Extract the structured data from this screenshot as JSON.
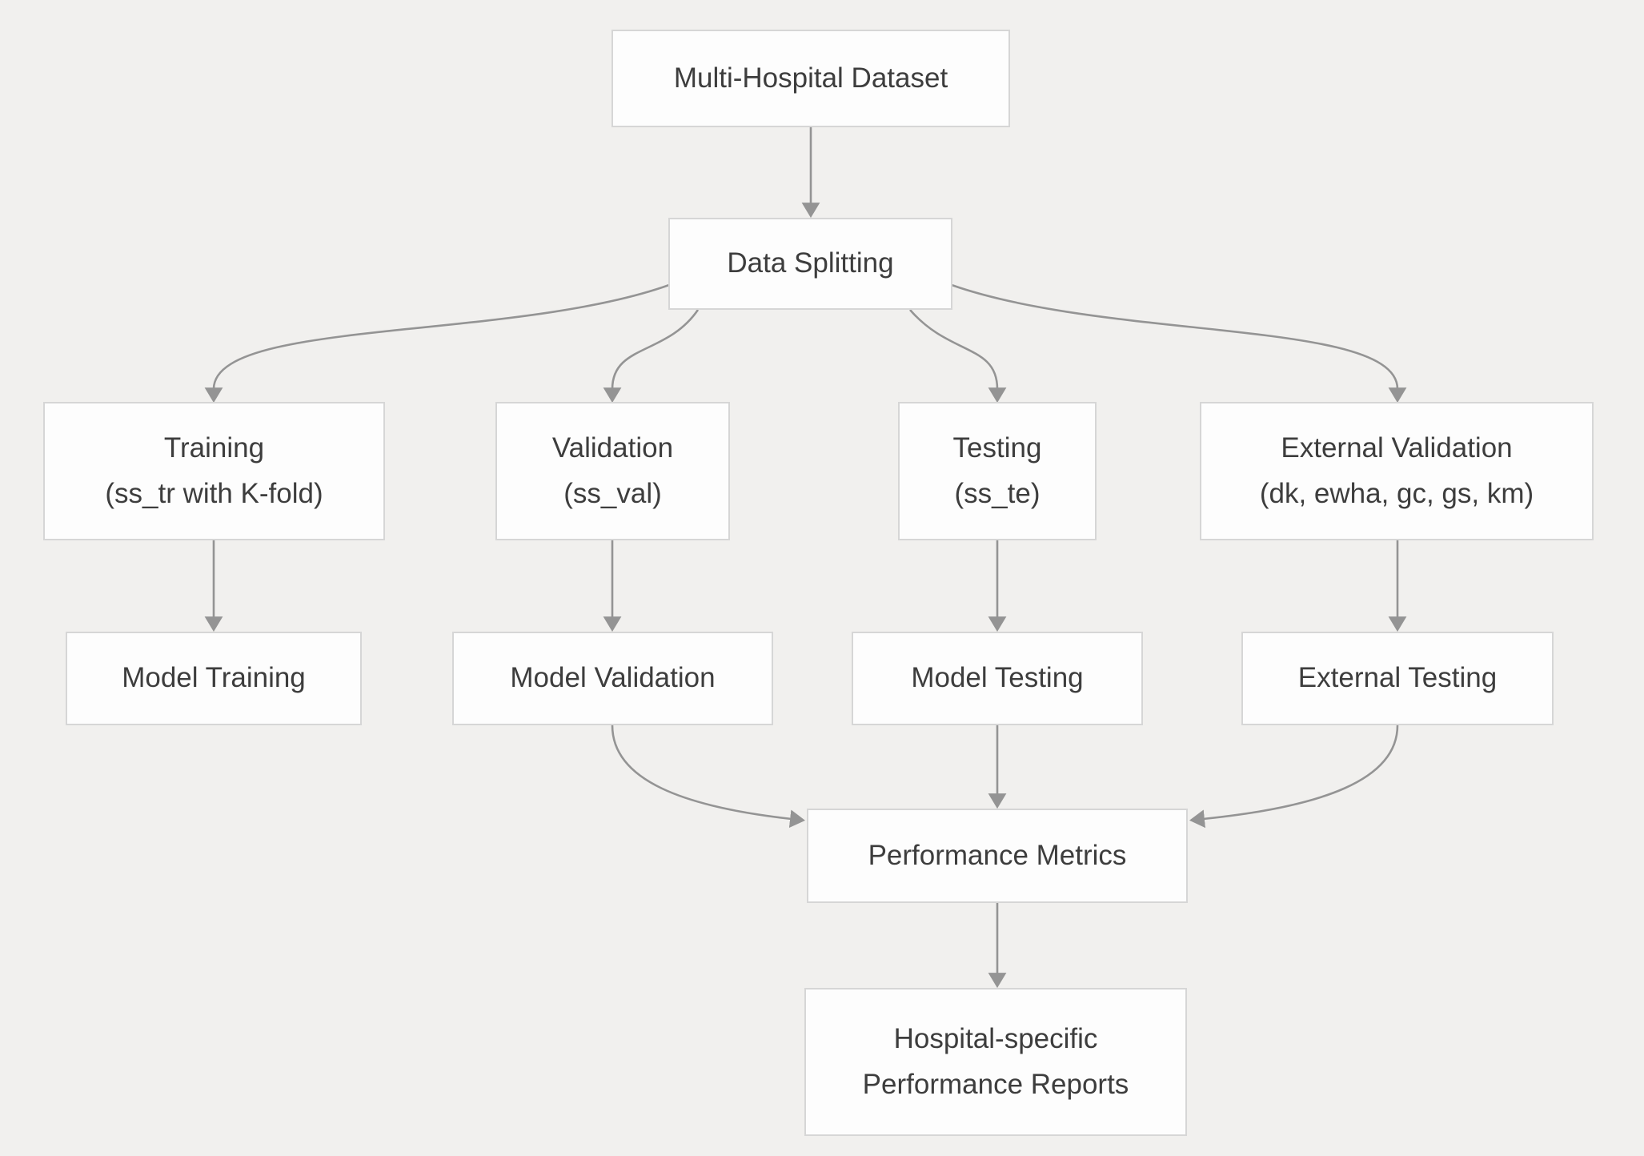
{
  "theme": {
    "background": "#f1f0ee",
    "node_fill": "#fdfdfd",
    "node_border": "#d6d6d6",
    "edge_color": "#949494",
    "text_color": "#3d3d3d"
  },
  "nodes": {
    "dataset": {
      "label": "Multi-Hospital Dataset"
    },
    "splitting": {
      "label": "Data Splitting"
    },
    "training": {
      "title": "Training",
      "subtitle": "(ss_tr with K-fold)"
    },
    "validation": {
      "title": "Validation",
      "subtitle": "(ss_val)"
    },
    "testing": {
      "title": "Testing",
      "subtitle": "(ss_te)"
    },
    "external_validation": {
      "title": "External Validation",
      "subtitle": "(dk, ewha, gc, gs, km)"
    },
    "model_training": {
      "label": "Model Training"
    },
    "model_validation": {
      "label": "Model Validation"
    },
    "model_testing": {
      "label": "Model Testing"
    },
    "external_testing": {
      "label": "External Testing"
    },
    "performance_metrics": {
      "label": "Performance Metrics"
    },
    "reports": {
      "title": "Hospital-specific",
      "subtitle": "Performance Reports"
    }
  },
  "edges": [
    {
      "from": "dataset",
      "to": "splitting"
    },
    {
      "from": "splitting",
      "to": "training"
    },
    {
      "from": "splitting",
      "to": "validation"
    },
    {
      "from": "splitting",
      "to": "testing"
    },
    {
      "from": "splitting",
      "to": "external_validation"
    },
    {
      "from": "training",
      "to": "model_training"
    },
    {
      "from": "validation",
      "to": "model_validation"
    },
    {
      "from": "testing",
      "to": "model_testing"
    },
    {
      "from": "external_validation",
      "to": "external_testing"
    },
    {
      "from": "model_validation",
      "to": "performance_metrics"
    },
    {
      "from": "model_testing",
      "to": "performance_metrics"
    },
    {
      "from": "external_testing",
      "to": "performance_metrics"
    },
    {
      "from": "performance_metrics",
      "to": "reports"
    }
  ]
}
